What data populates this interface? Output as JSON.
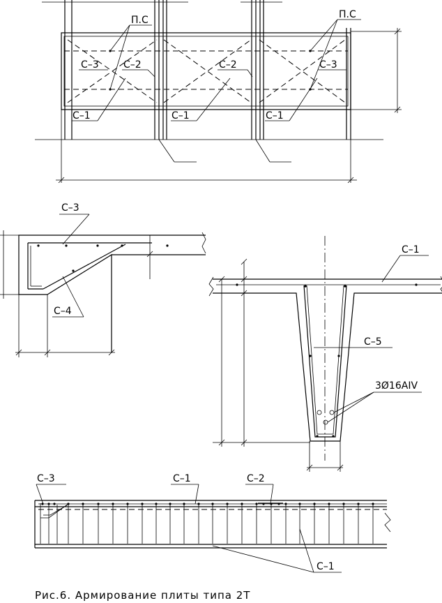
{
  "labels": {
    "ps": "П.С",
    "c1": "С–1",
    "c2": "С–2",
    "c3": "С–3",
    "c4": "С–4",
    "c5": "С–5",
    "rebar": "3Ø16AIV"
  },
  "caption": "Рис.6.  Армирование плиты типа 2Т"
}
